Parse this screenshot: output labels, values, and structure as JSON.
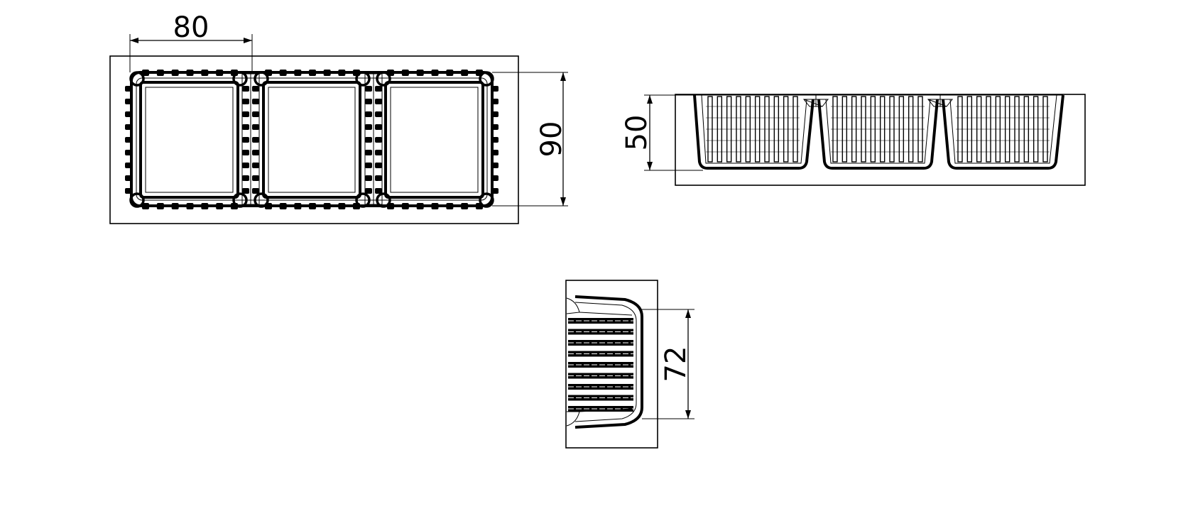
{
  "dimensions": {
    "top_width": "80",
    "top_depth": "90",
    "front_height": "50",
    "side_width": "72"
  },
  "colors": {
    "line": "#000000",
    "background": "#ffffff"
  }
}
